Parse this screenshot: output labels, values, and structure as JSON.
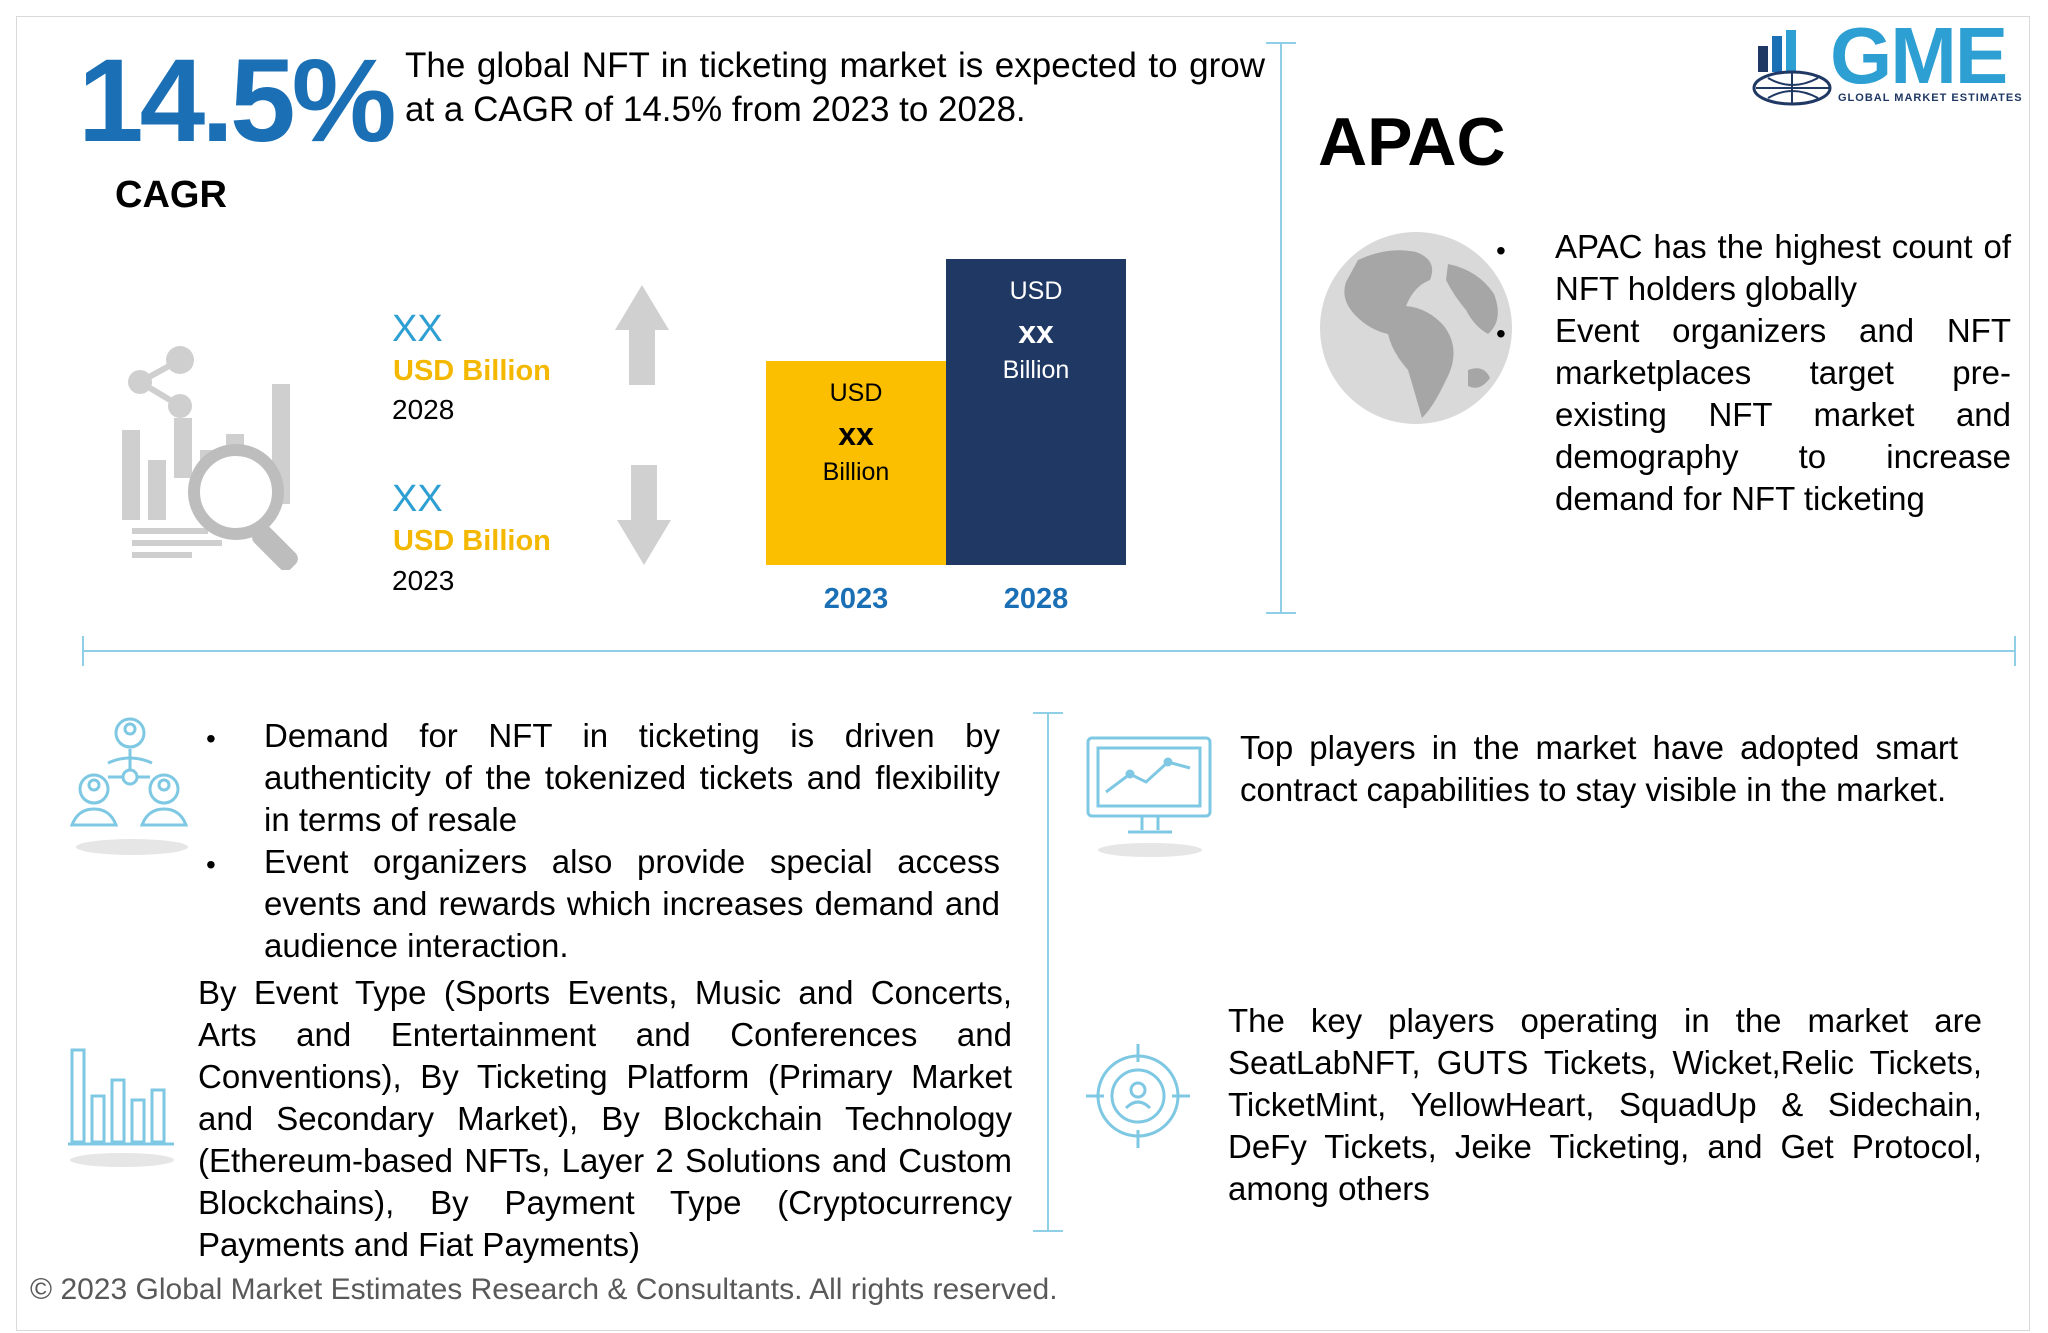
{
  "logo": {
    "text": "GME",
    "subtitle": "GLOBAL MARKET ESTIMATES"
  },
  "cagr": {
    "value": "14.5%",
    "label": "CAGR"
  },
  "intro_text": "The global NFT in ticketing market is expected to grow at a CAGR of 14.5% from 2023 to 2028.",
  "market_size": [
    {
      "value": "XX",
      "unit": "USD Billion",
      "year": "2028"
    },
    {
      "value": "XX",
      "unit": "USD Billion",
      "year": "2023"
    }
  ],
  "chart_data": {
    "type": "bar",
    "categories": [
      "2023",
      "2028"
    ],
    "values": [
      2,
      3
    ],
    "bar_labels": [
      {
        "line1": "USD",
        "line2": "xx",
        "line3": "Billion"
      },
      {
        "line1": "USD",
        "line2": "xx",
        "line3": "Billion"
      }
    ],
    "colors": [
      "#fbbf00",
      "#203864"
    ]
  },
  "region": {
    "name": "APAC",
    "bullets": [
      "APAC has the highest count of NFT holders globally",
      "Event organizers and NFT marketplaces target pre-existing NFT market and demography to increase demand for NFT ticketing"
    ]
  },
  "drivers": {
    "bullets": [
      "Demand for NFT in ticketing is driven by authenticity of the tokenized tickets and flexibility in terms of resale",
      "Event organizers also provide special access events and rewards which increases demand and audience interaction."
    ]
  },
  "segmentation_text": "By Event Type (Sports Events, Music and Concerts, Arts and Entertainment and Conferences and Conventions), By Ticketing Platform (Primary Market and Secondary Market), By Blockchain Technology (Ethereum-based NFTs, Layer 2 Solutions and Custom Blockchains), By Payment Type (Cryptocurrency Payments and Fiat Payments)",
  "strategy_text": "Top players in the market have adopted smart contract capabilities to stay visible in the market.",
  "players_text": "The key players operating in the market are SeatLabNFT, GUTS Tickets, Wicket,Relic Tickets, TicketMint, YellowHeart, SquadUp & Sidechain, DeFy Tickets, Jeike Ticketing, and Get Protocol, among others",
  "copyright": "© 2023 Global Market Estimates Research & Consultants. All rights reserved.",
  "colors": {
    "accent_blue": "#1a6fb5",
    "gold": "#fbbf00",
    "navy": "#203864",
    "light_blue": "#8fd0e8",
    "icon_blue": "#7ec8e3",
    "grey": "#bfbfbf"
  },
  "icons": [
    "analytics-magnifier-icon",
    "arrow-up-icon",
    "arrow-down-icon",
    "globe-icon",
    "people-network-icon",
    "monitor-chart-icon",
    "bar-chart-icon",
    "target-person-icon"
  ]
}
